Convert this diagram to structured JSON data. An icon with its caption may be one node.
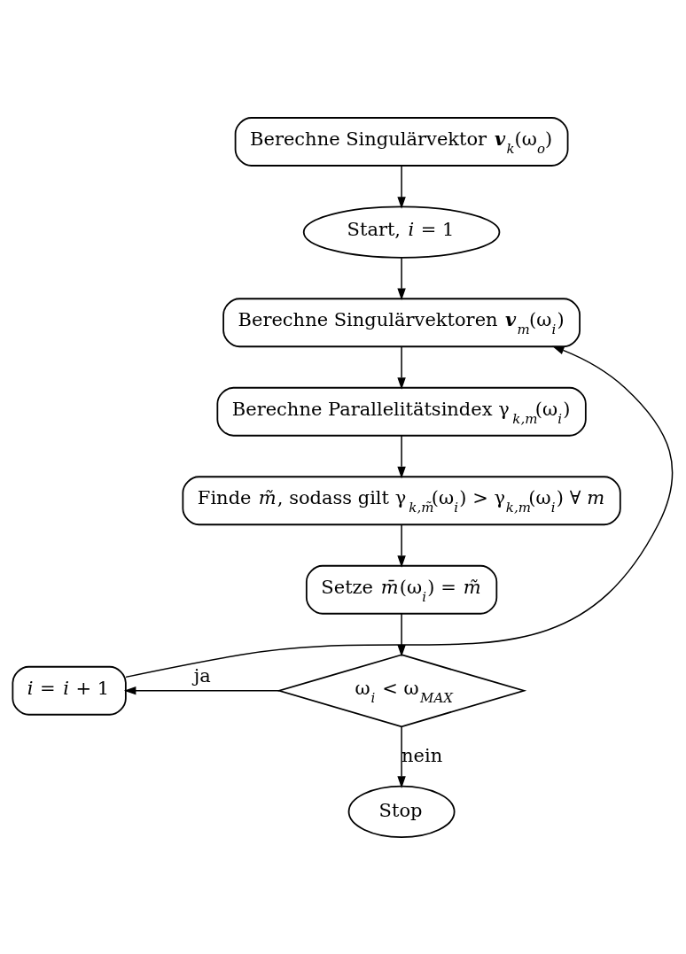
{
  "diagram": {
    "nodes": [
      {
        "text": [
          "Berechne Singulärvektor **v**$_{k}$(ω$_{o}$)"
        ]
      },
      {
        "text": [
          "Start, *i* = 1"
        ]
      },
      {
        "text": [
          "Berechne Singulärvektoren **v**$_{m}$(ω$_{i}$)"
        ]
      },
      {
        "text": [
          "Berechne Parallelitätsindex γ$_{k,m}$(ω$_{i}$)"
        ]
      },
      {
        "text": [
          "Finde *m̃*, sodass gilt γ$_{k,m̃}$(ω$_{i}$) > γ$_{k,m}$(ω$_{i}$) ∀ *m*"
        ]
      },
      {
        "text": [
          "Setze *m̄*(ω$_{i}$) = *m̃*"
        ]
      },
      {
        "text": [
          "ω$_{i}$ < ω$_{MAX}$"
        ]
      },
      {
        "text": [
          "*i* = *i* + 1"
        ]
      },
      {
        "text": [
          "Stop"
        ]
      }
    ],
    "edges": [
      {
        "from": 0,
        "to": 1,
        "arrow": "to"
      },
      {
        "from": 1,
        "to": 2,
        "arrow": "to"
      },
      {
        "from": 2,
        "to": 3,
        "arrow": "to"
      },
      {
        "from": 3,
        "to": 4,
        "arrow": "to"
      },
      {
        "from": 4,
        "to": 5,
        "arrow": "to"
      },
      {
        "from": 5,
        "to": 6,
        "arrow": "to"
      },
      {
        "from": 6,
        "to": 7,
        "arrow": "to",
        "label": "ja"
      },
      {
        "from": 7,
        "to": 2,
        "arrow": "to"
      },
      {
        "from": 6,
        "to": 8,
        "arrow": "to",
        "label": "nein"
      }
    ]
  }
}
